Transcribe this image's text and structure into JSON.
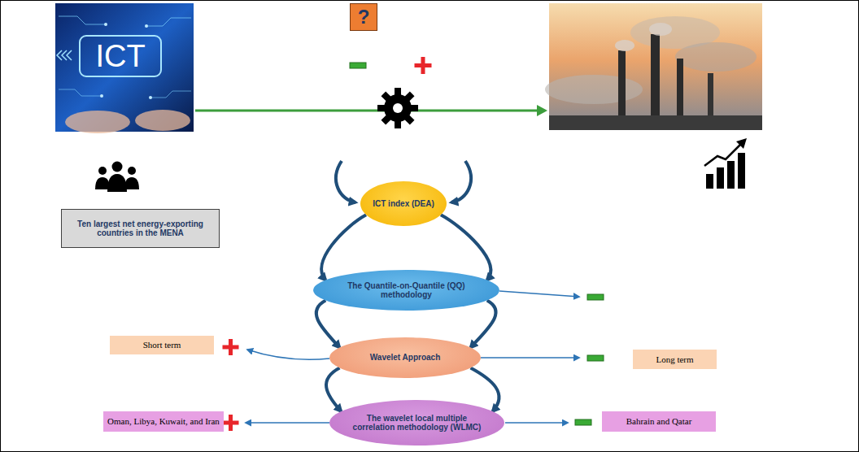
{
  "diagram": {
    "nodes": [
      {
        "text": [
          "?"
        ]
      },
      {
        "text": [
          "Ten largest net energy-exporting countries in the MENA"
        ]
      },
      {
        "text": [
          "ICT index (DEA)"
        ]
      },
      {
        "text": [
          "The Quantile-on-Quantile (QQ) methodology"
        ]
      },
      {
        "text": [
          "Wavelet Approach"
        ]
      },
      {
        "text": [
          "The wavelet local multiple correlation methodology (WLMC)"
        ]
      },
      {
        "text": [
          "Short term"
        ]
      },
      {
        "text": [
          "Long term"
        ]
      },
      {
        "text": [
          "Oman, Libya, Kuwait, and Iran"
        ]
      },
      {
        "text": [
          "Bahrain and Qatar"
        ]
      }
    ],
    "edges": [
      {
        "from": 2,
        "to": 3,
        "arrow": "to"
      },
      {
        "from": 2,
        "to": 3,
        "arrow": "to"
      },
      {
        "from": 3,
        "to": 4,
        "arrow": "to"
      },
      {
        "from": 3,
        "to": 4,
        "arrow": "to"
      },
      {
        "from": 4,
        "to": 5,
        "arrow": "to"
      },
      {
        "from": 4,
        "to": 5,
        "arrow": "to"
      }
    ],
    "labels": [
      "ICT"
    ]
  }
}
